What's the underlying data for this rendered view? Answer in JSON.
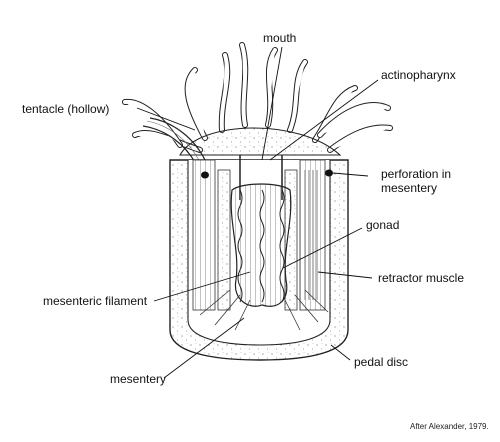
{
  "labels": {
    "mouth": "mouth",
    "actinopharynx": "actinopharynx",
    "tentacle": "tentacle (hollow)",
    "perforation_line1": "perforation in",
    "perforation_line2": "mesentery",
    "gonad": "gonad",
    "retractor_muscle": "retractor muscle",
    "mesenteric_filament": "mesenteric filament",
    "mesentery": "mesentery",
    "pedal_disc": "pedal disc"
  },
  "credit": "After Alexander, 1979."
}
